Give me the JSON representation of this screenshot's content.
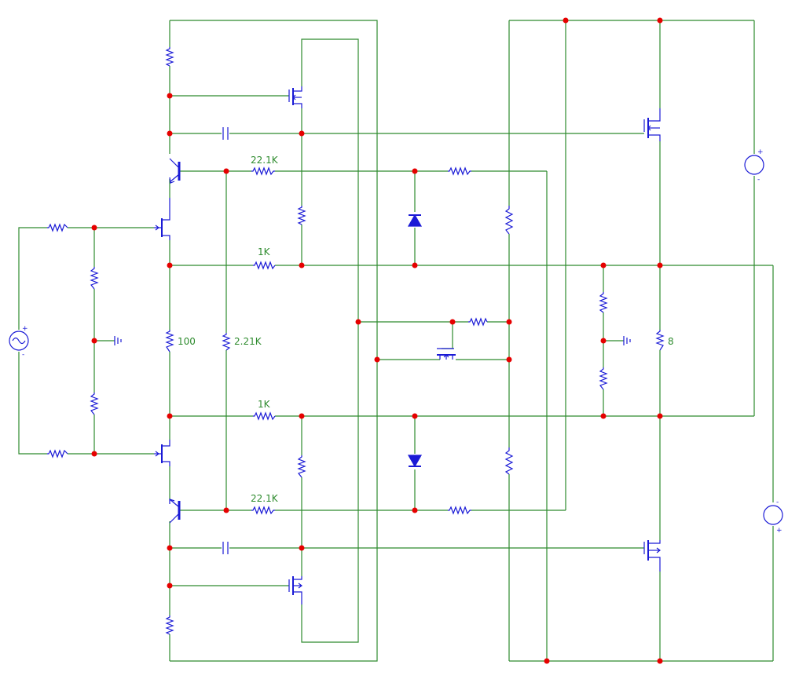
{
  "colors": {
    "wire": "#2e8b2e",
    "component": "#1a1ad6",
    "node": "#e60000",
    "label": "#2e8b2e",
    "background": "#ffffff"
  },
  "labels": {
    "r_top_feedback": "22.1K",
    "r_top_1k": "1K",
    "r_emitter": "100",
    "r_bias": "2.21K",
    "r_bot_1k": "1K",
    "r_bot_feedback": "22.1K",
    "r_load": "8"
  },
  "sources": {
    "input_plus": "+",
    "input_minus": "-",
    "supply_top_plus": "+",
    "supply_top_minus": "-",
    "supply_bot_minus": "-",
    "supply_bot_plus": "+"
  }
}
